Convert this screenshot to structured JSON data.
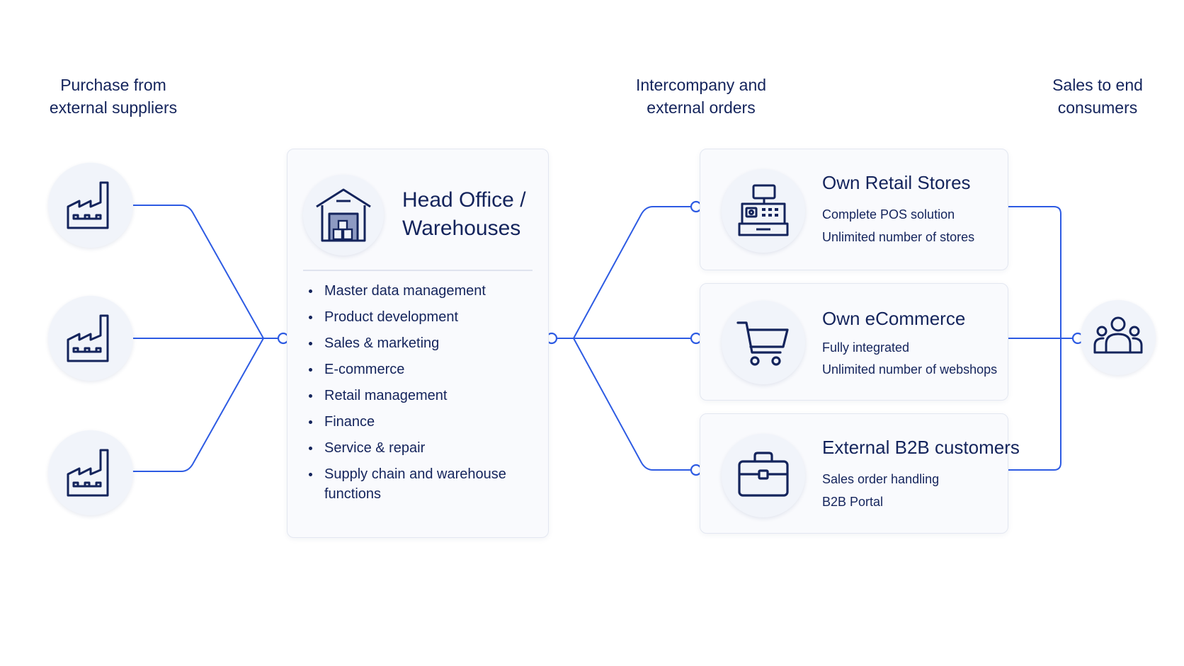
{
  "columns": {
    "suppliers": [
      "Purchase from",
      "external suppliers"
    ],
    "orders": [
      "Intercompany and",
      "external orders"
    ],
    "sales": [
      "Sales to end",
      "consumers"
    ]
  },
  "head_office": {
    "title": [
      "Head Office /",
      "Warehouses"
    ],
    "functions": [
      "Master data management",
      "Product development",
      "Sales & marketing",
      "E-commerce",
      "Retail management",
      "Finance",
      "Service & repair",
      "Supply chain and warehouse functions"
    ]
  },
  "channels": [
    {
      "title": "Own Retail Stores",
      "line1": "Complete POS solution",
      "line2": "Unlimited number of stores",
      "icon": "cash-register-icon"
    },
    {
      "title": "Own eCommerce",
      "line1": "Fully integrated",
      "line2": "Unlimited number of webshops",
      "icon": "shopping-cart-icon"
    },
    {
      "title": "External B2B customers",
      "line1": "Sales order handling",
      "line2": "B2B Portal",
      "icon": "briefcase-icon"
    }
  ],
  "icons": {
    "supplier": "factory-icon",
    "head_office": "warehouse-icon",
    "consumers": "people-group-icon"
  },
  "colors": {
    "connector": "#2d5be3",
    "text": "#14245c",
    "circle_bg": "#f1f4fa",
    "card_bg": "#f9fafd"
  }
}
